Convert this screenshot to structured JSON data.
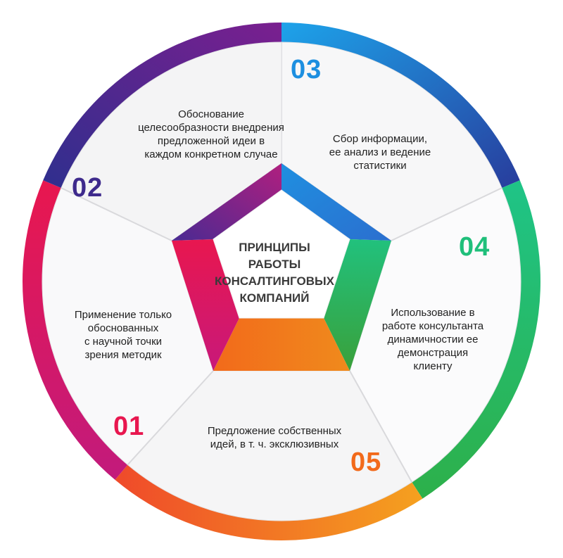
{
  "center": {
    "lines": [
      "ПРИНЦИПЫ",
      "РАБОТЫ",
      "КОНСАЛТИНГОВЫХ",
      "КОМПАНИЙ"
    ]
  },
  "segments": [
    {
      "number": "01",
      "color": "#e8174f",
      "lines": [
        "Применение только",
        "обоснованных",
        "с научной точки",
        "зрения методик"
      ]
    },
    {
      "number": "02",
      "color": "#3e2a8c",
      "lines": [
        "Обоснование",
        "целесообразности внедрения",
        "предложенной идеи в",
        "каждом конкретном случае"
      ]
    },
    {
      "number": "03",
      "color": "#1d8fe0",
      "lines": [
        "Сбор информации,",
        "ее анализ и ведение",
        "статистики"
      ]
    },
    {
      "number": "04",
      "color": "#1fbf7a",
      "lines": [
        "Использование в",
        "работе консультанта",
        "динамичностии ее",
        "демонстрация",
        "клиенту"
      ]
    },
    {
      "number": "05",
      "color": "#f26a1b",
      "lines": [
        "Предложение собственных",
        "идей, в т. ч. эксклюзивных"
      ]
    }
  ],
  "colors": {
    "ring_red": "#e8174f",
    "ring_magenta": "#c2187a",
    "ring_purple": "#5a2a93",
    "ring_indigo": "#2d2f8f",
    "ring_blue": "#1f6fd1",
    "ring_cyan": "#1d9be6",
    "ring_green": "#1fbf7a",
    "ring_lime": "#3aa83c",
    "ring_orange": "#f26a1b",
    "ring_amber": "#f49a1f"
  }
}
